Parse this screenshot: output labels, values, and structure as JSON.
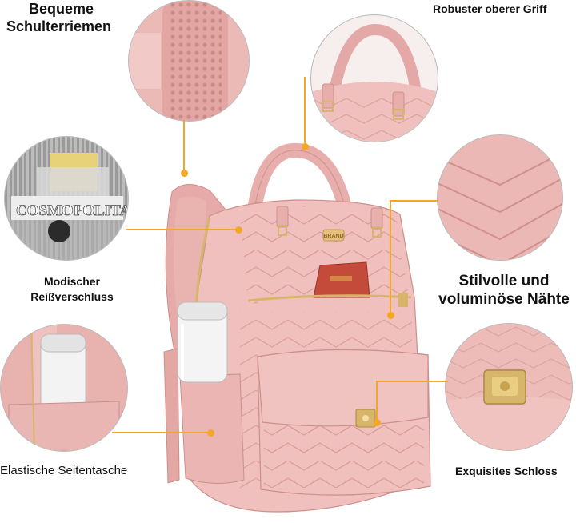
{
  "labels": {
    "shoulder_straps": [
      "Bequeme",
      "Schulterriemen"
    ],
    "handle": "Robuster oberer Griff",
    "zipper": [
      "Modischer",
      "Reißverschluss"
    ],
    "seams": [
      "Stilvolle und",
      "voluminöse Nähte"
    ],
    "side_pocket": "Elastische Seitentasche",
    "lock": "Exquisites Schloss"
  },
  "magazine_text": "COSMOPOLITAN",
  "badge_text": "BRAND",
  "colors": {
    "pink": "#efc0bd",
    "pink_dark": "#d99c98",
    "gold": "#d7b56a",
    "leader": "#f5a623",
    "text": "#111111"
  }
}
